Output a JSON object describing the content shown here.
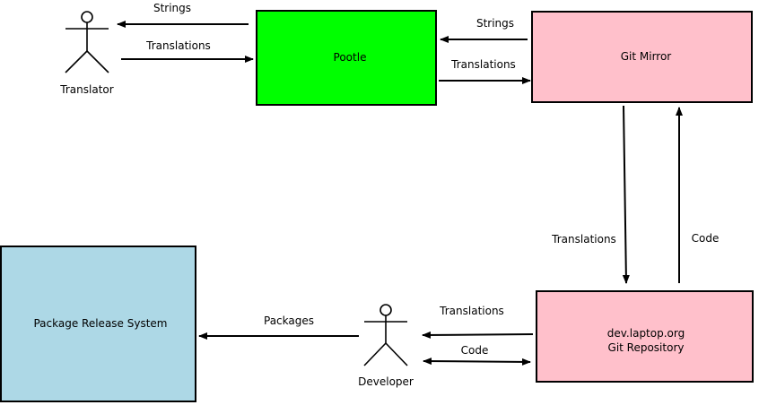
{
  "nodes": {
    "pootle": {
      "label": "Pootle",
      "color": "#00ff00"
    },
    "git_mirror": {
      "label": "Git Mirror",
      "color": "#ffc0cb"
    },
    "package_release": {
      "label": "Package Release System",
      "color": "#add8e6"
    },
    "dev_repo": {
      "line1": "dev.laptop.org",
      "line2": "Git Repository",
      "color": "#ffc0cb"
    }
  },
  "actors": {
    "translator": {
      "label": "Translator"
    },
    "developer": {
      "label": "Developer"
    }
  },
  "edges": {
    "pootle_to_translator": "Strings",
    "translator_to_pootle": "Translations",
    "mirror_to_pootle": "Strings",
    "pootle_to_mirror": "Translations",
    "mirror_to_repo": "Translations",
    "repo_to_mirror": "Code",
    "repo_to_developer": "Translations",
    "developer_repo_code": "Code",
    "developer_to_release": "Packages"
  }
}
